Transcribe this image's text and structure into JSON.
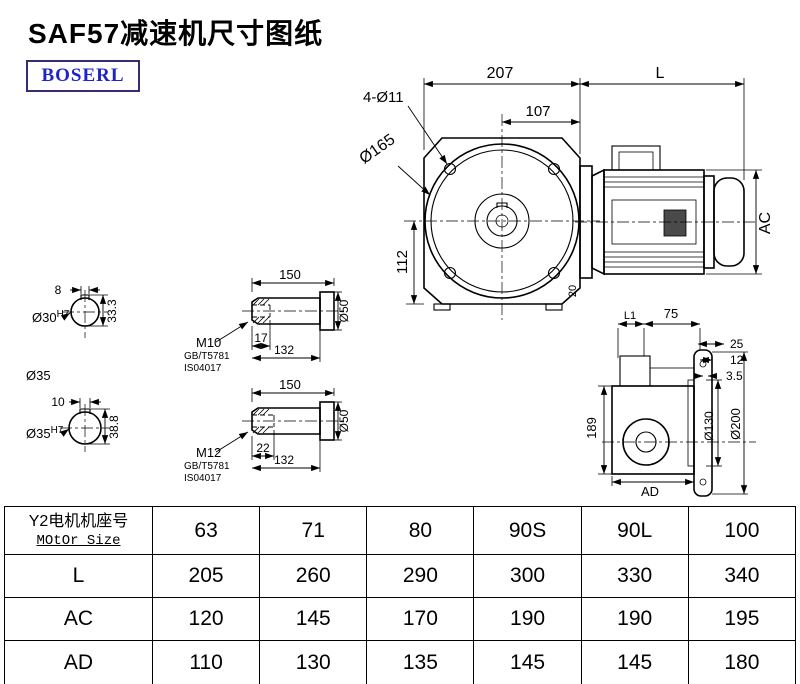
{
  "page": {
    "title": "SAF57减速机尺寸图纸",
    "logo": "BOSERL"
  },
  "main_view": {
    "d207": "207",
    "dL": "L",
    "holes": "4-Ø11",
    "d107": "107",
    "d165": "Ø165",
    "d112": "112",
    "ac": "AC",
    "d20": "20"
  },
  "bores": {
    "bore1": {
      "keyway": "8",
      "dia": "Ø30",
      "tol": "H7",
      "height": "33.3"
    },
    "shaft_label": "Ø35",
    "bore2": {
      "keyway": "10",
      "dia": "Ø35",
      "tol": "H7",
      "height": "38.8"
    }
  },
  "shafts": {
    "s1": {
      "len": "150",
      "thread": "M10",
      "std1": "GB/T5781",
      "std2": "IS04017",
      "depth": "17",
      "body": "132",
      "dia": "Ø50"
    },
    "s2": {
      "len": "150",
      "thread": "M12",
      "std1": "GB/T5781",
      "std2": "IS04017",
      "depth": "22",
      "body": "132",
      "dia": "Ø50"
    }
  },
  "side_view": {
    "l1": "L1",
    "d75": "75",
    "d25": "25",
    "d12": "12",
    "d35": "3.5",
    "d189": "189",
    "d130": "Ø130",
    "d200": "Ø200",
    "ad": "AD"
  },
  "table": {
    "header": {
      "label_line1": "Y2电机机座号",
      "label_line2": "MOtOr Size",
      "values": [
        "63",
        "71",
        "80",
        "90S",
        "90L",
        "100"
      ]
    },
    "rows": [
      {
        "label": "L",
        "values": [
          "205",
          "260",
          "290",
          "300",
          "330",
          "340"
        ]
      },
      {
        "label": "AC",
        "values": [
          "120",
          "145",
          "170",
          "190",
          "190",
          "195"
        ]
      },
      {
        "label": "AD",
        "values": [
          "110",
          "130",
          "135",
          "145",
          "145",
          "180"
        ]
      }
    ]
  }
}
